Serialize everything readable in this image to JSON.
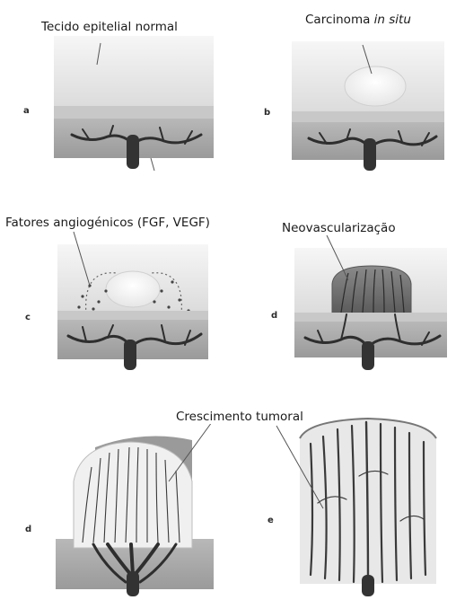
{
  "labels": {
    "a": "Tecido epitelial normal",
    "b_main": "Carcinoma ",
    "b_italic": "in situ",
    "c": "Fatores angiogénicos (FGF, VEGF)",
    "d": "Neovascularização",
    "growth": "Crescimento tumoral"
  },
  "panel_letters": {
    "a": "a",
    "b": "b",
    "c": "c",
    "d_top": "d",
    "d_bottom": "d",
    "e": "e"
  }
}
